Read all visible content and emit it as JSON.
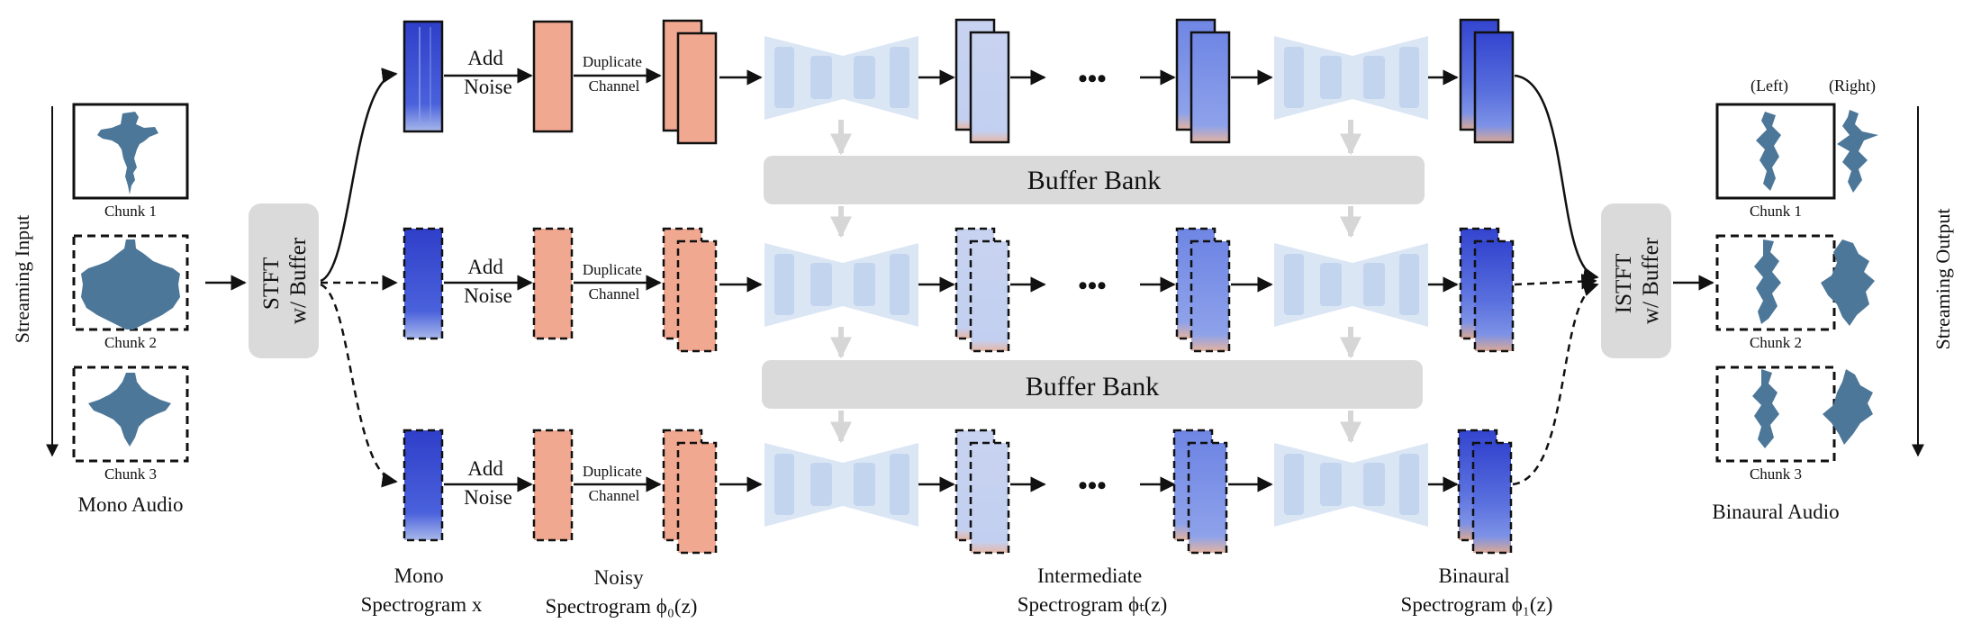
{
  "colors": {
    "spec_dark": "#3b4fd8",
    "spec_mid": "#7d93e8",
    "spec_light": "#c9d6f2",
    "noise": "#f1a891",
    "unet": "#dbe6f5",
    "unet_inner": "#c3d4ee",
    "buffer": "#dadada",
    "wave": "#4d7799",
    "arrow_gray": "#d6d6d6"
  },
  "input": {
    "axis_label": "Streaming Input",
    "chunks": [
      "Chunk 1",
      "Chunk 2",
      "Chunk 3"
    ],
    "caption": "Mono Audio"
  },
  "stft": {
    "line1": "STFT",
    "line2": "w/ Buffer"
  },
  "istft": {
    "line1": "ISTFT",
    "line2": "w/ Buffer"
  },
  "add_noise": {
    "line1": "Add",
    "line2": "Noise"
  },
  "duplicate": {
    "line1": "Duplicate",
    "line2": "Channel"
  },
  "ellipsis": "•••",
  "buffer_bank": "Buffer Bank",
  "captions": {
    "mono_1": "Mono",
    "mono_2": "Spectrogram x",
    "noisy_1": "Noisy",
    "noisy_2": "Spectrogram ϕ₀(z)",
    "inter_1": "Intermediate",
    "inter_2": "Spectrogram ϕₜ(z)",
    "bin_1": "Binaural",
    "bin_2": "Spectrogram ϕ₁(z)"
  },
  "output": {
    "axis_label": "Streaming Output",
    "left": "(Left)",
    "right": "(Right)",
    "chunks": [
      "Chunk 1",
      "Chunk 2",
      "Chunk 3"
    ],
    "caption": "Binaural Audio"
  }
}
